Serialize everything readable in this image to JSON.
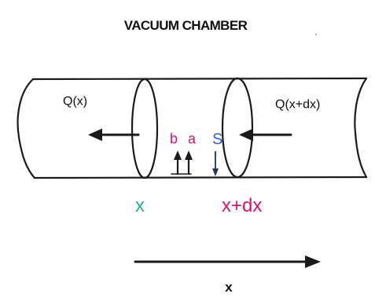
{
  "title": "VACUUM CHAMBER",
  "labels": {
    "flow_left": "Q(x)",
    "flow_right": "Q(x+dx)",
    "b": "b",
    "a": "a",
    "s": "S",
    "pos_x": "x",
    "pos_x_dx": "x+dx",
    "axis": "x"
  },
  "colors": {
    "ink": "#1a1a1a",
    "magenta": "#e0106c",
    "blue": "#2f5fd0",
    "teal": "#1fb389",
    "navy": "#1e2f6a"
  }
}
